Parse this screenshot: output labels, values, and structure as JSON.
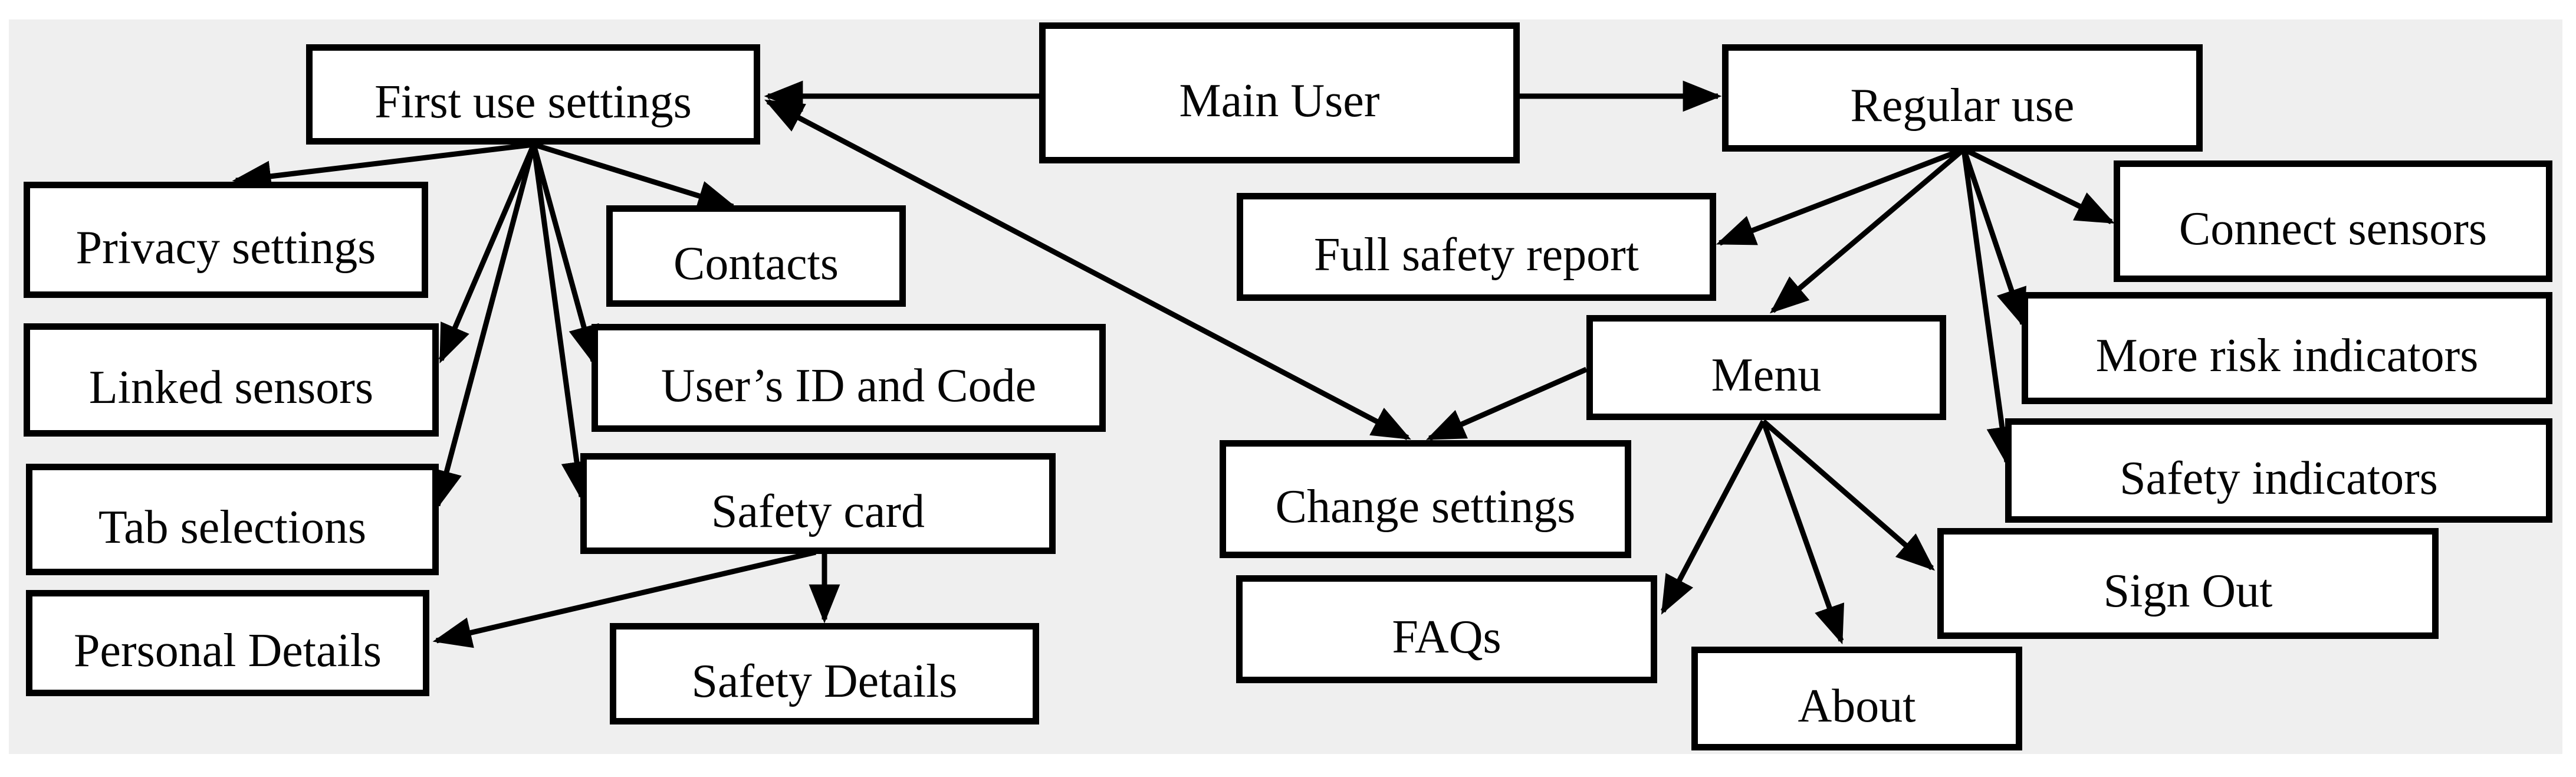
{
  "colors": {
    "page_background": "#ffffff",
    "canvas_background": "#efefef",
    "node_background": "#ffffff",
    "node_border": "#000000",
    "line": "#000000"
  },
  "diagram": {
    "nodes": [
      {
        "id": "main-user",
        "label": "Main User"
      },
      {
        "id": "first-use-settings",
        "label": "First use settings"
      },
      {
        "id": "regular-use",
        "label": "Regular use"
      },
      {
        "id": "privacy-settings",
        "label": "Privacy settings"
      },
      {
        "id": "contacts",
        "label": "Contacts"
      },
      {
        "id": "linked-sensors",
        "label": "Linked sensors"
      },
      {
        "id": "users-id-and-code",
        "label": "User’s ID and Code"
      },
      {
        "id": "tab-selections",
        "label": "Tab selections"
      },
      {
        "id": "safety-card",
        "label": "Safety card"
      },
      {
        "id": "personal-details",
        "label": "Personal Details"
      },
      {
        "id": "safety-details",
        "label": "Safety Details"
      },
      {
        "id": "full-safety-report",
        "label": "Full safety report"
      },
      {
        "id": "menu",
        "label": "Menu"
      },
      {
        "id": "change-settings",
        "label": "Change settings"
      },
      {
        "id": "faqs",
        "label": "FAQs"
      },
      {
        "id": "about",
        "label": "About"
      },
      {
        "id": "connect-sensors",
        "label": "Connect sensors"
      },
      {
        "id": "more-risk-indicators",
        "label": "More risk indicators"
      },
      {
        "id": "safety-indicators",
        "label": "Safety indicators"
      },
      {
        "id": "sign-out",
        "label": "Sign Out"
      }
    ],
    "edges": [
      {
        "from": "main-user",
        "to": "first-use-settings"
      },
      {
        "from": "main-user",
        "to": "regular-use"
      },
      {
        "from": "first-use-settings",
        "to": "change-settings",
        "double_headed": true
      },
      {
        "from": "first-use-settings",
        "to": "privacy-settings"
      },
      {
        "from": "first-use-settings",
        "to": "contacts"
      },
      {
        "from": "first-use-settings",
        "to": "linked-sensors"
      },
      {
        "from": "first-use-settings",
        "to": "users-id-and-code"
      },
      {
        "from": "first-use-settings",
        "to": "tab-selections"
      },
      {
        "from": "first-use-settings",
        "to": "safety-card"
      },
      {
        "from": "safety-card",
        "to": "personal-details"
      },
      {
        "from": "safety-card",
        "to": "safety-details"
      },
      {
        "from": "regular-use",
        "to": "full-safety-report"
      },
      {
        "from": "regular-use",
        "to": "menu"
      },
      {
        "from": "regular-use",
        "to": "more-risk-indicators"
      },
      {
        "from": "regular-use",
        "to": "safety-indicators"
      },
      {
        "from": "regular-use",
        "to": "connect-sensors"
      },
      {
        "from": "menu",
        "to": "change-settings"
      },
      {
        "from": "menu",
        "to": "faqs"
      },
      {
        "from": "menu",
        "to": "about"
      },
      {
        "from": "menu",
        "to": "sign-out"
      }
    ]
  }
}
